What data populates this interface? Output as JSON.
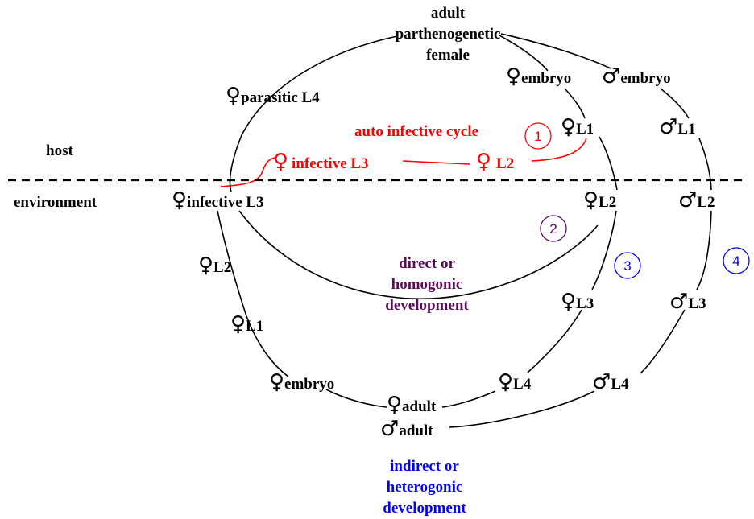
{
  "colors": {
    "black": "#000000",
    "red": "#ff0000",
    "purple": "#5c0a5c",
    "blue": "#0000ff"
  },
  "zones": {
    "host": "host",
    "environment": "environment"
  },
  "top_label": [
    "adult",
    "parthenogenetic",
    "female"
  ],
  "symbols": {
    "female": "♀",
    "male": "♂"
  },
  "stages": {
    "parasitic_l4": "parasitic L4",
    "embryo": "embryo",
    "l1": "L1",
    "l2": "L2",
    "l3": "L3",
    "l4": "L4",
    "infective_l3": "infective L3",
    "adult": "adult"
  },
  "cycles": {
    "auto_infective": "auto infective cycle",
    "direct": [
      "direct or",
      "homogonic",
      "development"
    ],
    "indirect": [
      "indirect or",
      "heterogonic",
      "development"
    ]
  },
  "markers": [
    "1",
    "2",
    "3",
    "4"
  ]
}
